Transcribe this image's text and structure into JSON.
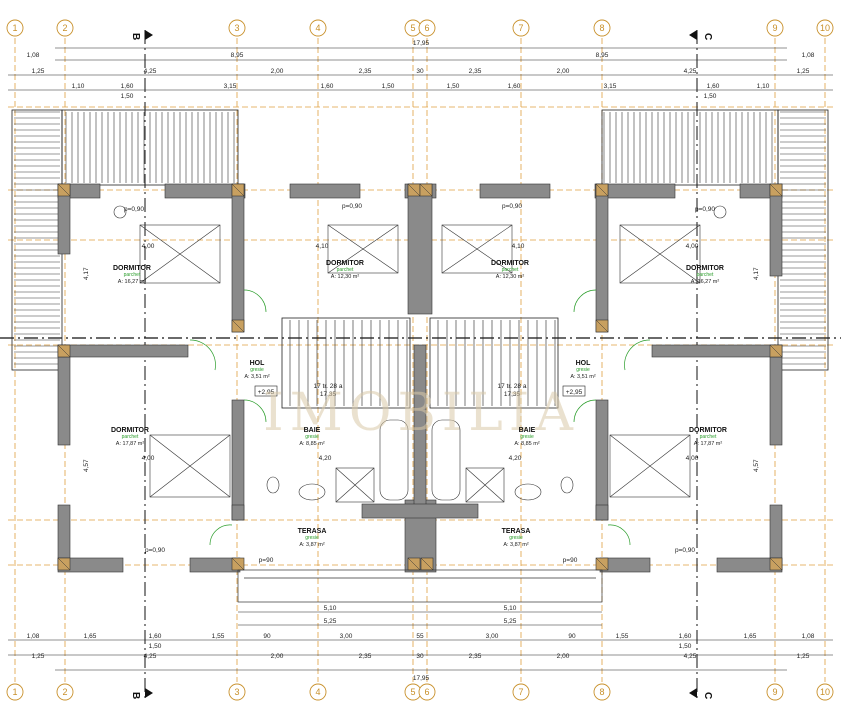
{
  "axes": [
    "1",
    "2",
    "3",
    "4",
    "5",
    "6",
    "7",
    "8",
    "9",
    "10"
  ],
  "sections": {
    "left": "B",
    "right": "C"
  },
  "top_dims": {
    "total": "17,95",
    "half_left": "8,95",
    "half_right": "8,95",
    "edge_left": "1,08",
    "edge_right": "1,08",
    "row2": [
      "1,25",
      "4,25",
      "2,00",
      "2,35",
      "30",
      "2,35",
      "2,00",
      "4,25",
      "1,25"
    ],
    "row3": [
      "1,10",
      "1,60",
      "3,15",
      "1,60",
      "1,50",
      "1,50",
      "1,60",
      "3,15",
      "1,60",
      "1,10"
    ],
    "row3_sub": [
      "1,50",
      "1,50"
    ]
  },
  "bottom_dims": {
    "row1": [
      "1,65",
      "1,60",
      "1,55",
      "90",
      "3,00",
      "55",
      "3,00",
      "90",
      "1,55",
      "1,60",
      "1,65"
    ],
    "row1_sub": [
      "1,50",
      "1,50"
    ],
    "row2": [
      "1,25",
      "4,25",
      "2,00",
      "2,35",
      "30",
      "2,35",
      "2,00",
      "4,25",
      "1,25"
    ],
    "total": "17,95",
    "edge_left": "1,08",
    "edge_right": "1,08"
  },
  "inner_dims": {
    "lower": [
      "5,10",
      "5,10"
    ],
    "lower2": [
      "5,25",
      "5,25"
    ]
  },
  "rooms": [
    {
      "name": "DORMITOR",
      "sub": "parchet",
      "area": "A: 16,27 m²"
    },
    {
      "name": "DORMITOR",
      "sub": "parchet",
      "area": "A: 12,30 m²"
    },
    {
      "name": "DORMITOR",
      "sub": "parchet",
      "area": "A: 12,30 m²"
    },
    {
      "name": "DORMITOR",
      "sub": "parchet",
      "area": "A: 16,27 m²"
    },
    {
      "name": "HOL",
      "sub": "gresie",
      "area": "A: 3,51 m²"
    },
    {
      "name": "HOL",
      "sub": "gresie",
      "area": "A: 3,51 m²"
    },
    {
      "name": "DORMITOR",
      "sub": "parchet",
      "area": "A: 17,87 m²"
    },
    {
      "name": "BAIE",
      "sub": "gresie",
      "area": "A: 8,85 m²"
    },
    {
      "name": "BAIE",
      "sub": "gresie",
      "area": "A: 8,85 m²"
    },
    {
      "name": "DORMITOR",
      "sub": "parchet",
      "area": "A: 17,87 m²"
    },
    {
      "name": "TERASA",
      "sub": "gresie",
      "area": "A: 3,87 m²"
    },
    {
      "name": "TERASA",
      "sub": "gresie",
      "area": "A: 3,87 m²"
    }
  ],
  "stairs": [
    {
      "label": "17 tr. 28 a",
      "value": "17,35",
      "level": "+2,95"
    },
    {
      "label": "17 tr. 28 a",
      "value": "17,35",
      "level": "+2,95"
    }
  ],
  "wall_widths": [
    "4,00",
    "4,10",
    "4,10",
    "4,00",
    "4,00",
    "4,20",
    "4,20",
    "4,00"
  ],
  "parapets": [
    "p=0,90",
    "p=0,90",
    "p=0,90",
    "p=0,90",
    "p=90",
    "p=90",
    "p=0,90",
    "p=0,90"
  ],
  "side_dims": {
    "left_top": "4,17",
    "left_bottom": "4,57",
    "right_top": "4,17",
    "right_bottom": "4,57"
  },
  "watermark": "IMOBILIA",
  "colors": {
    "axis": "#c8902a",
    "wall": "#7a7a7a",
    "line": "#222222",
    "green": "#2a9d2a",
    "dash": "#e0a040"
  }
}
